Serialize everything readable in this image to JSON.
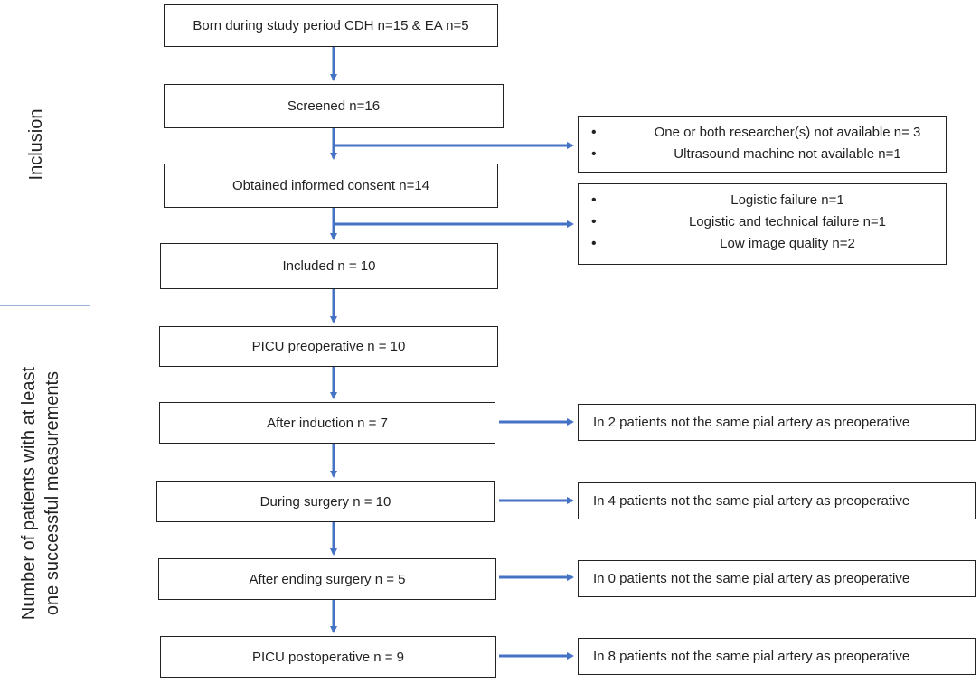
{
  "sections": {
    "inclusion": "Inclusion",
    "measurements_line1": "Number of patients with at least",
    "measurements_line2": "one successful measurements"
  },
  "flow": [
    "Born during study period CDH n=15 & EA n=5",
    "Screened n=16",
    "Obtained informed consent n=14",
    "Included n = 10",
    "PICU preoperative n = 10",
    "After induction n = 7",
    "During surgery n = 10",
    "After ending surgery n = 5",
    "PICU postoperative n = 9"
  ],
  "exclusions": {
    "screening": [
      "One or both researcher(s) not available n= 3",
      "Ultrasound machine not available n=1"
    ],
    "consent": [
      "Logistic failure n=1",
      "Logistic and technical failure n=1",
      "Low image quality n=2"
    ]
  },
  "notes": [
    "In 2 patients not the same pial artery as preoperative",
    "In 4 patients not the same pial artery as preoperative",
    "In 0 patients not the same pial artery as preoperative",
    "In 8 patients not the same pial artery as preoperative"
  ],
  "colors": {
    "arrow": "#4472c4",
    "border": "#222222"
  }
}
